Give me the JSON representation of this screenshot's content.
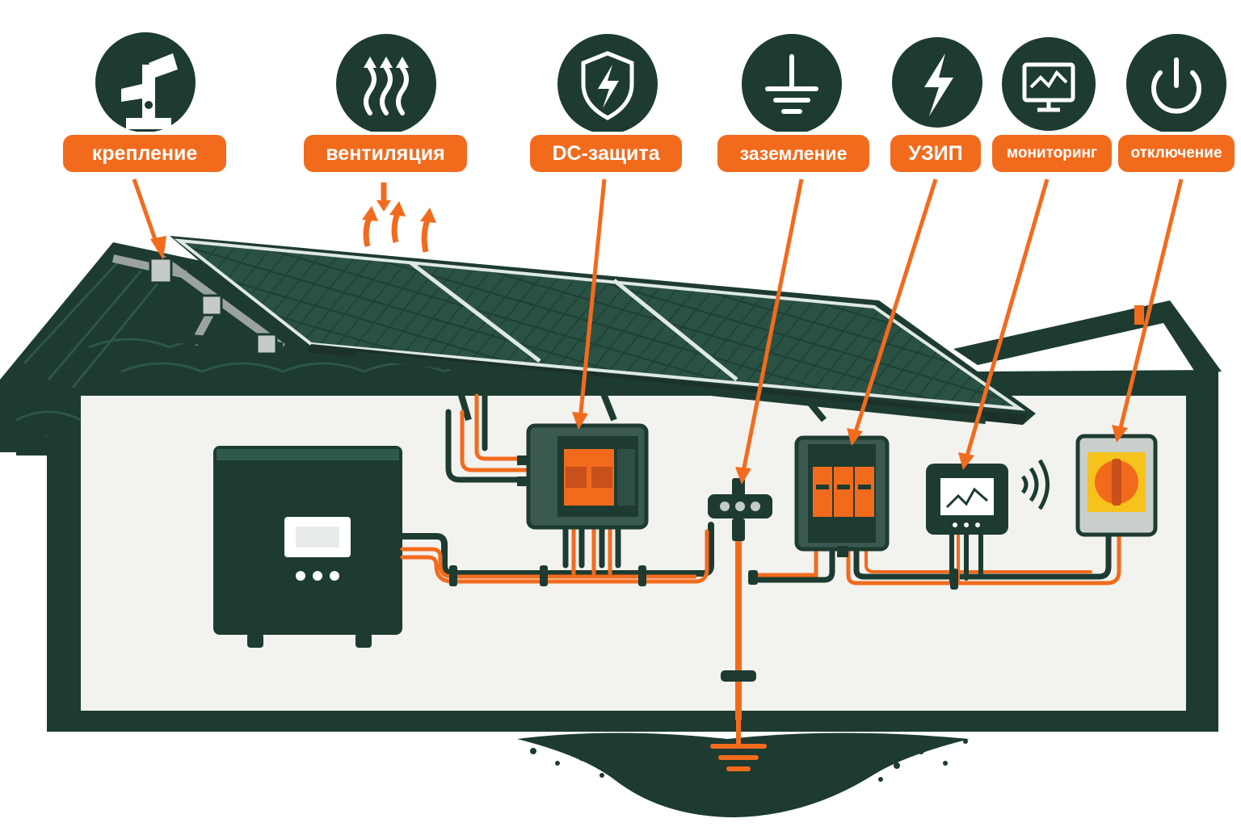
{
  "labels": {
    "mounting": "крепление",
    "ventilation": "вентиляция",
    "dc_protection": "DC-защита",
    "grounding": "заземление",
    "surge_protection": "УЗИП",
    "monitoring": "мониторинг",
    "disconnect": "отключение"
  },
  "icons": [
    "bracket-icon",
    "heat-arrows-icon",
    "shield-bolt-icon",
    "ground-icon",
    "bolt-icon",
    "monitor-icon",
    "power-icon"
  ],
  "colors": {
    "dark_green": "#1d3b31",
    "orange": "#f26b1d",
    "panel": "#24463a",
    "yellow": "#f6c21c",
    "wall": "#f2f2ef"
  }
}
